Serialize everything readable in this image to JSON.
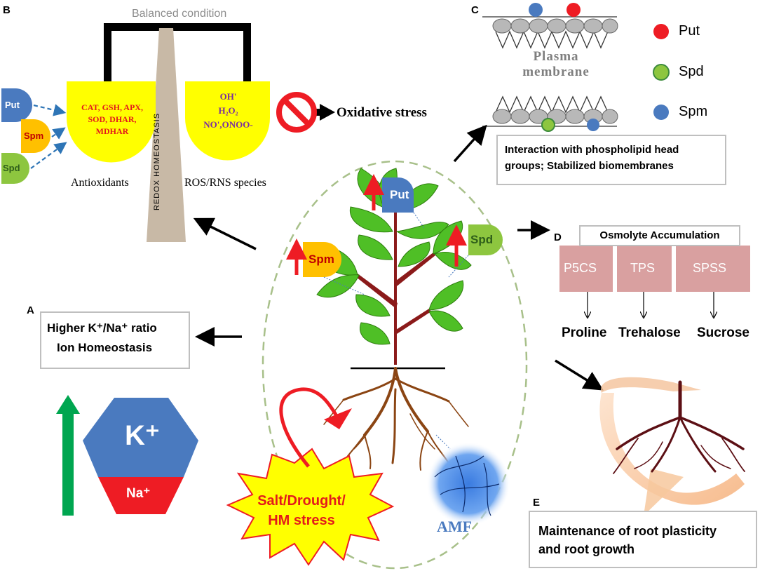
{
  "panels": {
    "a": "A",
    "b": "B",
    "c": "C",
    "d": "D",
    "e": "E"
  },
  "redox": {
    "balance_label": "Balanced condition",
    "pillar_label": "REDOX HOMEOSTASIS",
    "antioxidants_list": [
      "CAT, GSH, APX,",
      "SOD, DHAR,",
      "MDHAR"
    ],
    "antioxidants_label": "Antioxidants",
    "ros_list": [
      "OH'",
      "H₂O₂",
      "NO',ONOO-"
    ],
    "ros_label": "ROS/RNS species",
    "oxidative_label": "Oxidative stress",
    "bumps": [
      "Put",
      "Spm",
      "Spd"
    ]
  },
  "membrane": {
    "label_line1": "Plasma",
    "label_line2": "membrane",
    "legend": [
      {
        "name": "Put",
        "color": "#ee1c24"
      },
      {
        "name": "Spd",
        "color": "#8dc63f"
      },
      {
        "name": "Spm",
        "color": "#4a7abf"
      }
    ],
    "caption_line1": "Interaction with phospholipid head",
    "caption_line2": "groups; Stabilized biomembranes"
  },
  "osmolyte": {
    "title": "Osmolyte Accumulation",
    "enzymes": [
      "P5CS",
      "TPS",
      "SPSS"
    ],
    "products": [
      "Proline",
      "Trehalose",
      "Sucrose"
    ]
  },
  "ion": {
    "line1": "Higher K⁺/Na⁺ ratio",
    "line2": "Ion Homeostasis",
    "k_label": "K⁺",
    "na_label": "Na⁺"
  },
  "plant": {
    "put": "Put",
    "spm": "Spm",
    "spd": "Spd",
    "stress_line1": "Salt/Drought/",
    "stress_line2": "HM stress",
    "amf": "AMF"
  },
  "root": {
    "caption_line1": "Maintenance of root plasticity",
    "caption_line2": "and root growth"
  },
  "colors": {
    "yellow": "#ffff00",
    "put_blue": "#4a7abf",
    "spm_yellow": "#ffc000",
    "spd_green": "#8dc63f",
    "red": "#ee1c24",
    "green_arrow": "#00a650",
    "osmolyte_pink": "#d9a0a0",
    "pillar": "#c8b9a6"
  }
}
